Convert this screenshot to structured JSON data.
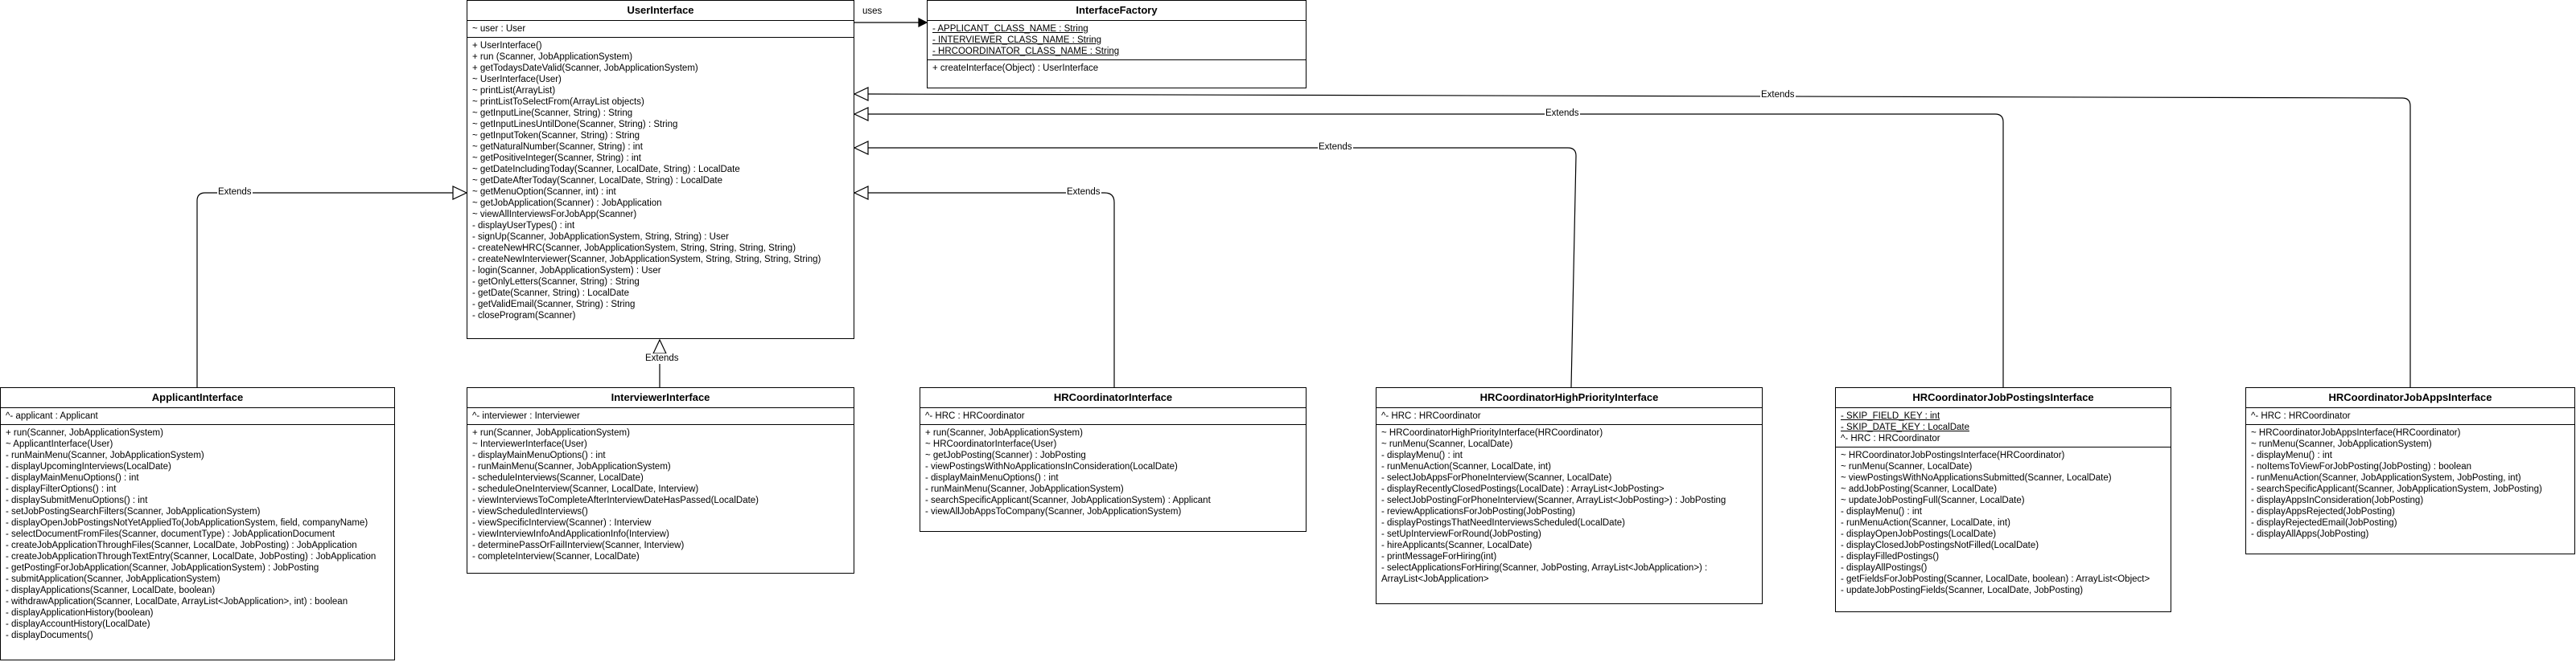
{
  "classes": {
    "user_interface": {
      "name": "UserInterface",
      "attributes": [
        "~ user : User"
      ],
      "methods": [
        "+ UserInterface()",
        "+ run (Scanner, JobApplicationSystem)",
        "+ getTodaysDateValid(Scanner, JobApplicationSystem)",
        "~ UserInterface(User)",
        "~ printList(ArrayList)",
        "~ printListToSelectFrom(ArrayList objects)",
        "~ getInputLine(Scanner, String) : String",
        "~ getInputLinesUntilDone(Scanner, String) : String",
        "~ getInputToken(Scanner, String) : String",
        "~ getNaturalNumber(Scanner, String) : int",
        "~ getPositiveInteger(Scanner, String) : int",
        "~ getDateIncludingToday(Scanner, LocalDate, String) : LocalDate",
        "~ getDateAfterToday(Scanner, LocalDate, String) : LocalDate",
        "~ getMenuOption(Scanner, int) : int",
        "~ getJobApplication(Scanner) : JobApplication",
        "~ viewAllInterviewsForJobApp(Scanner)",
        "- displayUserTypes() : int",
        "- signUp(Scanner, JobApplicationSystem, String, String) : User",
        "- createNewHRC(Scanner, JobApplicationSystem, String, String, String, String)",
        "- createNewInterviewer(Scanner, JobApplicationSystem, String, String, String, String)",
        "- login(Scanner, JobApplicationSystem) : User",
        "- getOnlyLetters(Scanner, String) : String",
        "- getDate(Scanner, String) : LocalDate",
        "- getValidEmail(Scanner, String) : String",
        "- closeProgram(Scanner)"
      ]
    },
    "interface_factory": {
      "name": "InterfaceFactory",
      "attributes": [
        "- APPLICANT_CLASS_NAME : String",
        "- INTERVIEWER_CLASS_NAME : String",
        "- HRCOORDINATOR_CLASS_NAME : String"
      ],
      "methods": [
        "+ createInterface(Object) : UserInterface"
      ]
    },
    "applicant_interface": {
      "name": "ApplicantInterface",
      "attributes": [
        "^- applicant : Applicant"
      ],
      "methods": [
        "+ run(Scanner, JobApplicationSystem)",
        "~ ApplicantInterface(User)",
        "- runMainMenu(Scanner, JobApplicationSystem)",
        "- displayUpcomingInterviews(LocalDate)",
        "- displayMainMenuOptions() : int",
        "- displayFilterOptions() : int",
        "- displaySubmitMenuOptions() : int",
        "- setJobPostingSearchFilters(Scanner, JobApplicationSystem)",
        "- displayOpenJobPostingsNotYetAppliedTo(JobApplicationSystem, field, companyName)",
        "- selectDocumentFromFiles(Scanner, documentType) : JobApplicationDocument",
        "- createJobApplicationThroughFiles(Scanner, LocalDate, JobPosting) : JobApplication",
        "- createJobApplicationThroughTextEntry(Scanner, LocalDate, JobPosting) : JobApplication",
        "- getPostingForJobApplication(Scanner, JobApplicationSystem) : JobPosting",
        "- submitApplication(Scanner, JobApplicationSystem)",
        "- displayApplications(Scanner, LocalDate, boolean)",
        "- withdrawApplication(Scanner, LocalDate, ArrayList<JobApplication>, int) : boolean",
        "- displayApplicationHistory(boolean)",
        "- displayAccountHistory(LocalDate)",
        "- displayDocuments()"
      ]
    },
    "interviewer_interface": {
      "name": "InterviewerInterface",
      "attributes": [
        "^- interviewer : Interviewer"
      ],
      "methods": [
        "+ run(Scanner, JobApplicationSystem)",
        "~ InterviewerInterface(User)",
        "- displayMainMenuOptions() : int",
        "- runMainMenu(Scanner, JobApplicationSystem)",
        "- scheduleInterviews(Scanner, LocalDate)",
        "- scheduleOneInterview(Scanner, LocalDate, Interview)",
        "- viewInterviewsToCompleteAfterInterviewDateHasPassed(LocalDate)",
        "- viewScheduledInterviews()",
        "- viewSpecificInterview(Scanner) : Interview",
        "- viewInterviewInfoAndApplicationInfo(Interview)",
        "- determinePassOrFailInterview(Scanner, Interview)",
        "- completeInterview(Scanner, LocalDate)"
      ]
    },
    "hr_coordinator_interface": {
      "name": "HRCoordinatorInterface",
      "attributes": [
        "^- HRC : HRCoordinator"
      ],
      "methods": [
        "+ run(Scanner, JobApplicationSystem)",
        "~ HRCoordinatorInterface(User)",
        "~ getJobPosting(Scanner) : JobPosting",
        "- viewPostingsWithNoApplicationsInConsideration(LocalDate)",
        "- displayMainMenuOptions() : int",
        "- runMainMenu(Scanner, JobApplicationSystem)",
        "- searchSpecificApplicant(Scanner, JobApplicationSystem) : Applicant",
        "- viewAllJobAppsToCompany(Scanner, JobApplicationSystem)"
      ]
    },
    "hrc_high_priority_interface": {
      "name": "HRCoordinatorHighPriorityInterface",
      "attributes": [
        "^- HRC : HRCoordinator"
      ],
      "methods": [
        "~ HRCoordinatorHighPriorityInterface(HRCoordinator)",
        "~ runMenu(Scanner, LocalDate)",
        "- displayMenu() : int",
        "- runMenuAction(Scanner, LocalDate, int)",
        "- selectJobAppsForPhoneInterview(Scanner, LocalDate)",
        "- displayRecentlyClosedPostings(LocalDate) : ArrayList<JobPosting>",
        "- selectJobPostingForPhoneInterview(Scanner, ArrayList<JobPosting>) : JobPosting",
        "- reviewApplicationsForJobPosting(JobPosting)",
        "- displayPostingsThatNeedInterviewsScheduled(LocalDate)",
        "- setUpInterviewForRound(JobPosting)",
        "- hireApplicants(Scanner, LocalDate)",
        "- printMessageForHiring(int)",
        "- selectApplicationsForHiring(Scanner, JobPosting, ArrayList<JobApplication>) :",
        "ArrayList<JobApplication>"
      ]
    },
    "hrc_job_postings_interface": {
      "name": "HRCoordinatorJobPostingsInterface",
      "attributes": [
        "- SKIP_FIELD_KEY : int",
        "- SKIP_DATE_KEY : LocalDate",
        "^- HRC : HRCoordinator"
      ],
      "methods": [
        "~ HRCoordinatorJobPostingsInterface(HRCoordinator)",
        "~ runMenu(Scanner, LocalDate)",
        "~ viewPostingsWithNoApplicationsSubmitted(Scanner, LocalDate)",
        "~ addJobPosting(Scanner, LocalDate)",
        "~ updateJobPostingFull(Scanner, LocalDate)",
        "- displayMenu() : int",
        "- runMenuAction(Scanner, LocalDate, int)",
        "- displayOpenJobPostings(LocalDate)",
        "- displayClosedJobPostingsNotFilled(LocalDate)",
        "- displayFilledPostings()",
        "- displayAllPostings()",
        "- getFieldsForJobPosting(Scanner, LocalDate, boolean) : ArrayList<Object>",
        "- updateJobPostingFields(Scanner, LocalDate, JobPosting)"
      ]
    },
    "hrc_job_apps_interface": {
      "name": "HRCoordinatorJobAppsInterface",
      "attributes": [
        "^- HRC : HRCoordinator"
      ],
      "methods": [
        "~ HRCoordinatorJobAppsInterface(HRCoordinator)",
        "~ runMenu(Scanner, JobApplicationSystem)",
        "- displayMenu() : int",
        "- noItemsToViewForJobPosting(JobPosting) : boolean",
        "- runMenuAction(Scanner, JobApplicationSystem, JobPosting, int)",
        "- searchSpecificApplicant(Scanner, JobApplicationSystem, JobPosting)",
        "- displayAppsInConsideration(JobPosting)",
        "- displayAppsRejected(JobPosting)",
        "- displayRejectedEmail(JobPosting)",
        "- displayAllApps(JobPosting)"
      ]
    }
  },
  "relations": {
    "uses": "uses",
    "extends": "Extends"
  }
}
